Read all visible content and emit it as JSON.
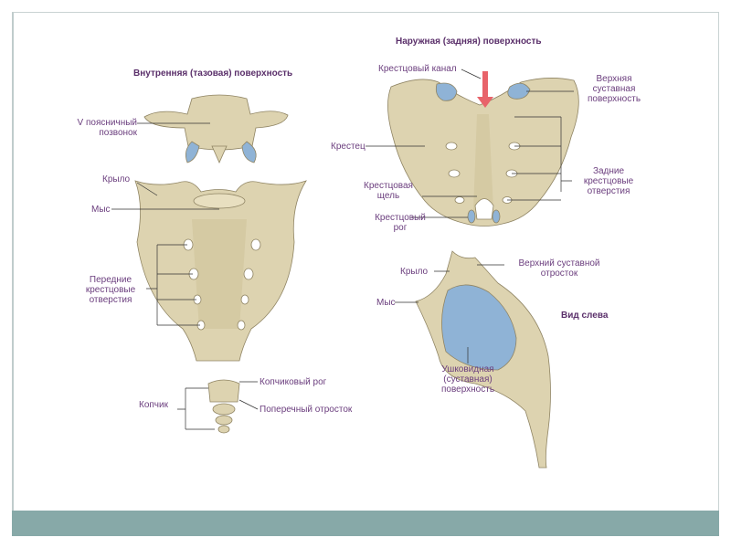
{
  "titles": {
    "inner": "Внутренняя (тазовая) поверхность",
    "outer": "Наружная (задняя) поверхность",
    "left_view": "Вид слева"
  },
  "labels_inner": {
    "lumbar_1": "V поясничный",
    "lumbar_2": "позвонок",
    "wing": "Крыло",
    "promontory": "Мыс",
    "ant_foramina_1": "Передние",
    "ant_foramina_2": "крестцовые",
    "ant_foramina_3": "отверстия",
    "coccyx": "Копчик",
    "coccygeal_horn": "Копчиковый рог",
    "transverse_process": "Поперечный отросток"
  },
  "labels_outer": {
    "sacral_canal": "Крестцовый канал",
    "sup_art_1": "Верхняя",
    "sup_art_2": "суставная",
    "sup_art_3": "поверхность",
    "sacrum": "Крестец",
    "post_foramina_1": "Задние",
    "post_foramina_2": "крестцовые",
    "post_foramina_3": "отверстия",
    "hiatus_1": "Крестцовая",
    "hiatus_2": "щель",
    "horn_1": "Крестцовый",
    "horn_2": "рог"
  },
  "labels_side": {
    "wing": "Крыло",
    "sup_process_1": "Верхний суставной",
    "sup_process_2": "отросток",
    "promontory": "Мыс",
    "auricular_1": "Ушковидная",
    "auricular_2": "(суставная)",
    "auricular_3": "поверхность"
  },
  "colors": {
    "bone": "#ddd3b0",
    "bone_shade": "#c2b68c",
    "cartilage": "#8fb3d6",
    "label": "#6b3e7e",
    "band": "#87a9a8",
    "arrow": "#e8636a"
  }
}
